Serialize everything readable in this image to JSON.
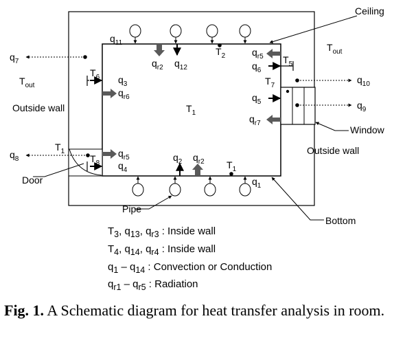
{
  "labels": {
    "ceiling": "Ceiling",
    "t_out_right": "T",
    "t_out_right_sub": "out",
    "t_out_left": "T",
    "t_out_left_sub": "out",
    "outside_wall_left": "Outside wall",
    "outside_wall_right": "Outside wall",
    "window": "Window",
    "door": "Door",
    "pipe": "Pipe",
    "bottom": "Bottom",
    "t1_center": "T",
    "t1_center_sub": "1",
    "t1_door": "T",
    "t1_door_sub": "1",
    "t1_bottom": "T",
    "t1_bottom_sub": "1",
    "t2": "T",
    "t2_sub": "2",
    "t5": "T",
    "t5_sub": "5",
    "t6": "T",
    "t6_sub": "6",
    "t7": "T",
    "t7_sub": "7",
    "t8": "T",
    "t8_sub": "8",
    "q7": "q",
    "q7_sub": "7",
    "q8": "q",
    "q8_sub": "8",
    "q9": "q",
    "q9_sub": "9",
    "q10": "q",
    "q10_sub": "10",
    "q11": "q",
    "q11_sub": "11",
    "q12": "q",
    "q12_sub": "12",
    "qr2_top": "q",
    "qr2_top_sub": "r2",
    "q3": "q",
    "q3_sub": "3",
    "qr6": "q",
    "qr6_sub": "r6",
    "qr5_left": "q",
    "qr5_left_sub": "r5",
    "q4": "q",
    "q4_sub": "4",
    "qr5_right": "q",
    "qr5_right_sub": "r5",
    "q6": "q",
    "q6_sub": "6",
    "q5": "q",
    "q5_sub": "5",
    "qr7": "q",
    "qr7_sub": "r7",
    "q2": "q",
    "q2_sub": "2",
    "qr2_bottom": "q",
    "qr2_bottom_sub": "r2",
    "q1": "q",
    "q1_sub": "1"
  },
  "legend": [
    {
      "a": "T",
      "as": "3",
      "sep1": ", ",
      "b": "q",
      "bs": "13",
      "sep2": ", ",
      "c": "q",
      "cs": "r3",
      "desc": " : Inside wall"
    },
    {
      "a": "T",
      "as": "4",
      "sep1": ", ",
      "b": "q",
      "bs": "14",
      "sep2": ", ",
      "c": "q",
      "cs": "r4",
      "desc": " : Inside wall"
    },
    {
      "a": "q",
      "as": "1",
      "sep1": " – ",
      "b": "q",
      "bs": "14",
      "sep2": "",
      "c": "",
      "cs": "",
      "desc": " : Convection or Conduction"
    },
    {
      "a": "q",
      "as": "r1",
      "sep1": " – ",
      "b": "q",
      "bs": "r5",
      "sep2": "",
      "c": "",
      "cs": "",
      "desc": " : Radiation"
    }
  ],
  "caption": {
    "prefix": "Fig. 1.",
    "text": " A Schematic diagram for heat transfer analysis in room."
  }
}
